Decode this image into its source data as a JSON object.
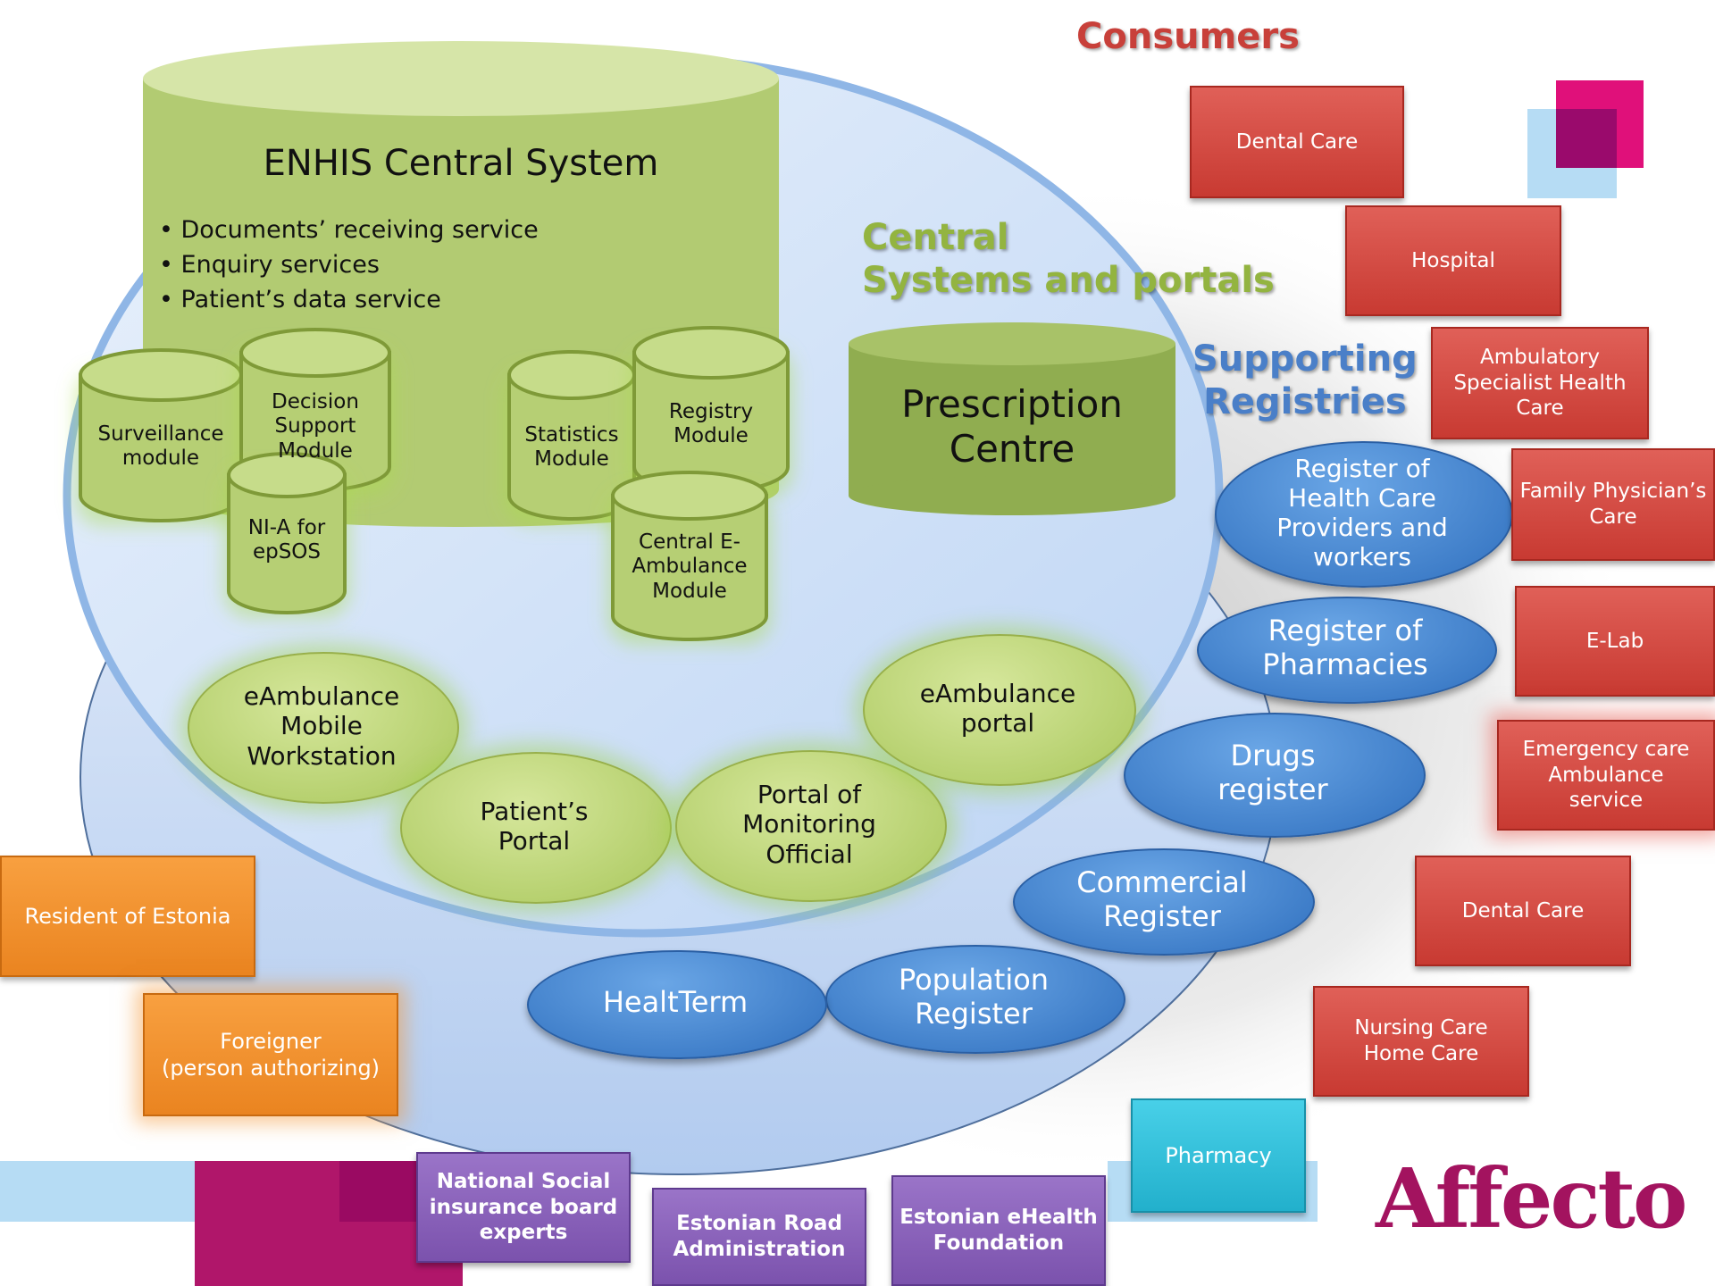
{
  "consumers_heading": "Consumers",
  "central_heading": "Central\nSystems and portals",
  "supporting_heading": "Supporting\nRegistries",
  "enhis": {
    "title": "ENHIS Central System",
    "bullets": [
      "Documents’ receiving service",
      "Enquiry services",
      "Patient’s data service"
    ]
  },
  "modules": {
    "surveillance": "Surveillance\nmodule",
    "decision": "Decision\nSupport\nModule",
    "nia": "NI-A for\nepSOS",
    "statistics": "Statistics\nModule",
    "registry": "Registry\nModule",
    "ambulance": "Central E-\nAmbulance\nModule",
    "prescription": "Prescription\nCentre"
  },
  "portals": {
    "mobile": "eAmbulance\nMobile\nWorkstation",
    "patient": "Patient’s\nPortal",
    "monitoring": "Portal of\nMonitoring\nOfficial",
    "eportal": "eAmbulance\nportal"
  },
  "registries": {
    "providers": "Register of\nHealth Care\nProviders and\nworkers",
    "pharmacies": "Register of\nPharmacies",
    "drugs": "Drugs\nregister",
    "commercial": "Commercial\nRegister",
    "population": "Population\nRegister",
    "healterm": "HealtTerm"
  },
  "consumers": {
    "dental1": "Dental Care",
    "hospital": "Hospital",
    "ambulatory": "Ambulatory\nSpecialist Health\nCare",
    "family": "Family Physician’s\nCare",
    "elab": "E-Lab",
    "emergency": "Emergency care\nAmbulance\nservice",
    "dental2": "Dental Care",
    "nursing": "Nursing Care\nHome Care",
    "pharmacy": "Pharmacy"
  },
  "people": {
    "resident": "Resident of Estonia",
    "foreigner": "Foreigner\n(person authorizing)"
  },
  "organizations": {
    "social": "National Social\ninsurance board\nexperts",
    "road": "Estonian Road\nAdministration",
    "ehealth": "Estonian eHealth\nFoundation"
  },
  "logo": "Affecto",
  "colors": {
    "consumer_red": "#d44a42",
    "registry_blue": "#3a80d0",
    "portal_green": "#b4cf6e",
    "person_orange": "#f29330",
    "org_purple": "#8a62bb",
    "pharmacy_cyan": "#2bbcd6",
    "brand_magenta": "#a3135f",
    "heading_red": "#c8403a",
    "heading_green": "#93b440",
    "heading_blue": "#4a7fc8"
  }
}
